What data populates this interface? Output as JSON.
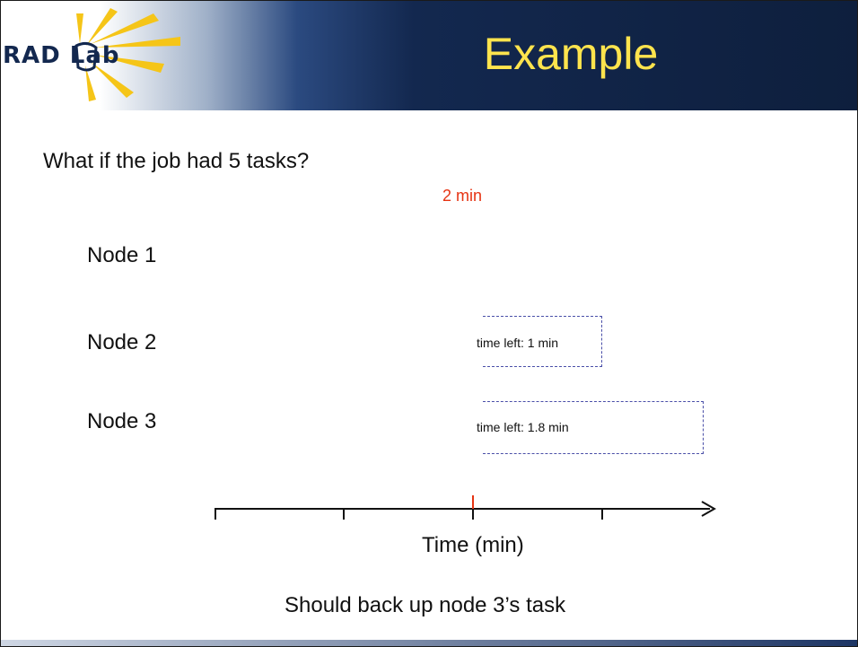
{
  "header": {
    "logo_text": "RAD Lab",
    "title": "Example"
  },
  "content": {
    "question": "What if the job had 5 tasks?",
    "marker_label": "2 min",
    "nodes": [
      {
        "label": "Node 1"
      },
      {
        "label": "Node 2",
        "task_text": "time left: 1 min"
      },
      {
        "label": "Node 3",
        "task_text": "time left: 1.8 min"
      }
    ],
    "axis_label": "Time (min)",
    "conclusion": "Should back up node 3’s task"
  },
  "colors": {
    "title": "#ffe44d",
    "marker": "#e63312",
    "dashed_box": "#4a4fa8",
    "header_dark": "#13284f",
    "logo_rays": "#f5c518"
  },
  "timeline": {
    "marked_value_min": 2,
    "tick_values_min": [
      0,
      1,
      2,
      3
    ]
  }
}
